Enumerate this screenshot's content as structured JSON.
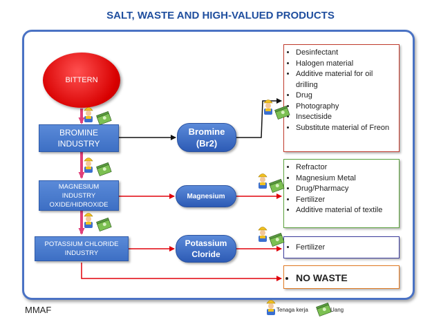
{
  "title": "SALT, WASTE AND HIGH-VALUED PRODUCTS",
  "source": "MMAF",
  "bittern": "BITTERN",
  "industries": [
    {
      "label": "BROMINE\nINDUSTRY"
    },
    {
      "label": "MAGNESIUM\nINDUSTRY\nOXIDE/HIDROXIDE"
    },
    {
      "label": "POTASSIUM CHLORIDE\nINDUSTRY"
    }
  ],
  "products": [
    {
      "label": "Bromine\n(Br2)"
    },
    {
      "label": "Magnesium"
    },
    {
      "label": "Potassium\nCloride"
    }
  ],
  "uses": {
    "bromine": [
      "Desinfectant",
      "Halogen material",
      "Additive material for oil drilling",
      "Drug",
      "Photography",
      "Insectiside",
      "Substitute material of Freon"
    ],
    "magnesium": [
      "Refractor",
      "Magnesium Metal",
      "Drug/Pharmacy",
      "Fertilizer",
      "Additive material of textile"
    ],
    "potassium": [
      "Fertilizer"
    ]
  },
  "no_waste": "NO WASTE",
  "legend": {
    "worker": "Tenaga kerja",
    "money": "Uang"
  },
  "colors": {
    "title": "#1f4e9e",
    "frame": "#4a72c4",
    "bittern": "#d80000",
    "arrow_red": "#e0000a",
    "arrow_black": "#111111"
  }
}
